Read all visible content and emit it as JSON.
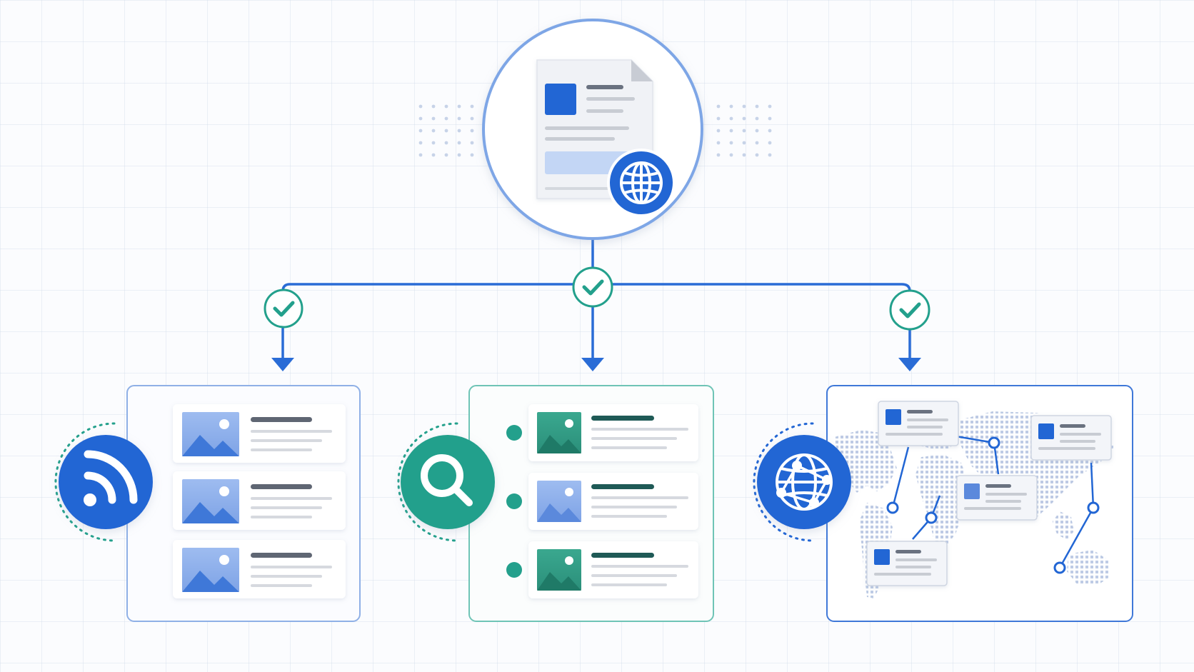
{
  "diagram": {
    "root": {
      "icon": "web-document-icon",
      "badge_icon": "globe-icon"
    },
    "branches": [
      {
        "id": "feed",
        "icon": "rss-feed-icon",
        "panel": "feed-list-panel",
        "status_icon": "check-icon"
      },
      {
        "id": "search",
        "icon": "search-icon",
        "panel": "search-results-panel",
        "status_icon": "check-icon"
      },
      {
        "id": "map",
        "icon": "network-globe-icon",
        "panel": "world-map-panel",
        "status_icon": "check-icon"
      }
    ]
  },
  "colors": {
    "primary_blue": "#2266d4",
    "connector_blue": "#2a6cd6",
    "teal": "#23a08c",
    "light_blue": "#8fb2ec",
    "panel_border_blue": "#8fb0e6",
    "panel_border_teal": "#6fc4b6",
    "panel_border_map": "#3f78d8",
    "text_line_dark": "#5f6673",
    "text_line_light": "#d6d9df"
  }
}
